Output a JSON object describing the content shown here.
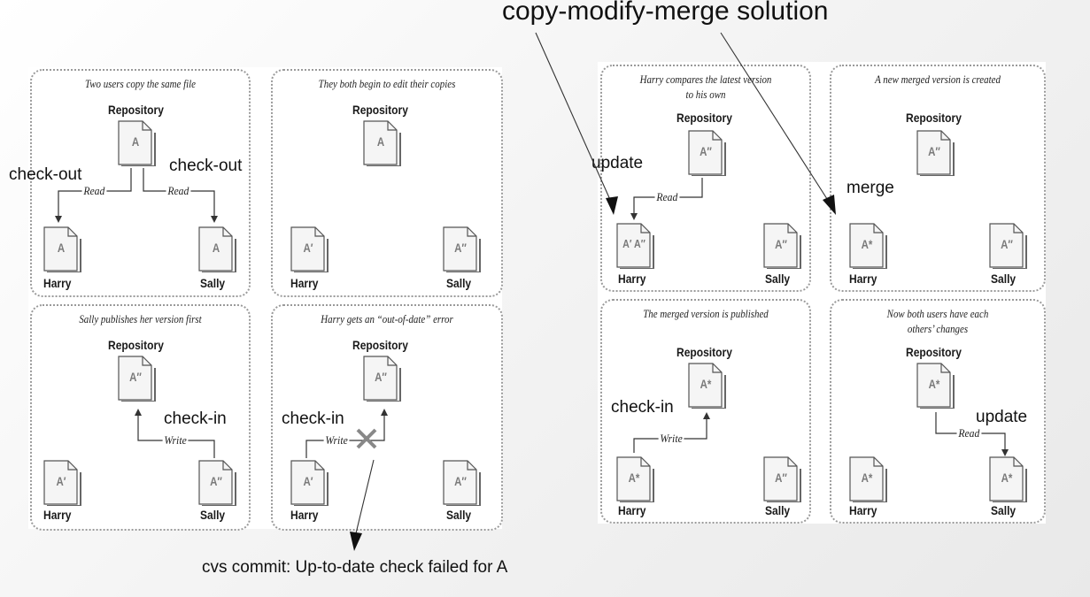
{
  "title": "copy-modify-merge solution",
  "footer": "cvs commit: Up-to-date check failed for A",
  "labels": {
    "repository": "Repository",
    "harry": "Harry",
    "sally": "Sally",
    "read": "Read",
    "write": "Write"
  },
  "scenes": {
    "s1": {
      "caption": "Two users copy the same file",
      "repo": "A",
      "harry": "A",
      "sally": "A"
    },
    "s2": {
      "caption": "They both begin to edit their copies",
      "repo": "A",
      "harry": "A′",
      "sally": "A″"
    },
    "s3": {
      "caption": "Sally publishes her version first",
      "repo": "A″",
      "harry": "A′",
      "sally": "A″"
    },
    "s4": {
      "caption": "Harry gets an “out-of-date” error",
      "repo": "A″",
      "harry": "A′",
      "sally": "A″"
    },
    "s5": {
      "caption_line1": "Harry compares the latest version",
      "caption_line2": "to his own",
      "repo": "A″",
      "harry": "A′ A″",
      "sally": "A″"
    },
    "s6": {
      "caption": "A new merged version is created",
      "repo": "A″",
      "harry": "A*",
      "sally": "A″"
    },
    "s7": {
      "caption": "The merged version is published",
      "repo": "A*",
      "harry": "A*",
      "sally": "A″"
    },
    "s8": {
      "caption_line1": "Now both users have each",
      "caption_line2": "others’ changes",
      "repo": "A*",
      "harry": "A*",
      "sally": "A*"
    }
  },
  "annotations": {
    "checkout_left": "check-out",
    "checkout_right": "check-out",
    "checkin_s3": "check-in",
    "checkin_s4": "check-in",
    "update_s5": "update",
    "merge_s6": "merge",
    "checkin_s7": "check-in",
    "update_s8": "update"
  }
}
